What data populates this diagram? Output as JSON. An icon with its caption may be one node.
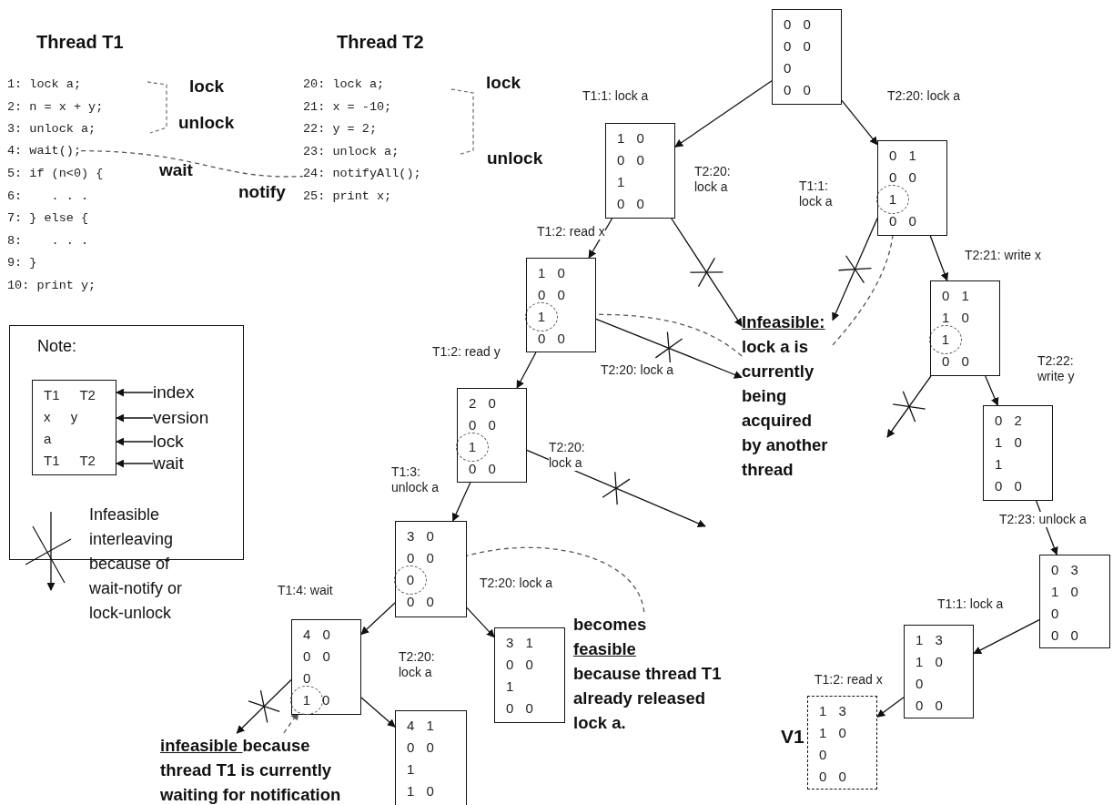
{
  "diagram": {
    "nodes": [
      {
        "text": [
          "4: wait();"
        ]
      },
      {
        "text": [
          "24: notifyAll();"
        ]
      },
      {
        "text": [
          "Note:"
        ]
      },
      {
        "text": [
          "T1 T2",
          "x y",
          "a",
          "T1 T2"
        ],
        "in": 2
      },
      {
        "text": [
          "index"
        ],
        "in": 2
      },
      {
        "text": [
          "version"
        ],
        "in": 2
      },
      {
        "text": [
          "lock"
        ],
        "in": 2
      },
      {
        "text": [
          "wait"
        ],
        "in": 2
      },
      {
        "text": [
          "0 0",
          "0 0",
          "0",
          "0 0"
        ]
      },
      {
        "text": [
          "1 0",
          "0 0",
          "1",
          "0 0"
        ]
      },
      {
        "text": [
          "0 1",
          "0 0",
          "0 0"
        ]
      },
      {
        "text": [
          "1"
        ],
        "in": 10
      },
      {
        "text": [
          "1 0",
          "0 0",
          "0 0"
        ]
      },
      {
        "text": [
          "1"
        ],
        "in": 12
      },
      {
        "text": [
          "2 0",
          "0 0",
          "0 0"
        ]
      },
      {
        "text": [
          "1"
        ],
        "in": 14
      },
      {
        "text": [
          "Infeasible:",
          "lock a is currently being acquired by another thread"
        ]
      },
      {
        "text": [
          "0 1",
          "1 0",
          "0 0"
        ]
      },
      {
        "text": [
          "1"
        ],
        "in": 17
      },
      {
        "text": [
          "3 0",
          "0 0",
          "0 0"
        ]
      },
      {
        "text": [
          "0"
        ],
        "in": 19
      },
      {
        "text": [
          "0 2",
          "1 0",
          "1",
          "0 0"
        ]
      },
      {
        "text": [
          "4 0",
          "0 0",
          "0",
          "0"
        ]
      },
      {
        "text": [
          "1"
        ],
        "in": 22
      },
      {
        "text": [
          "3 1",
          "0 0",
          "1",
          "0 0"
        ]
      },
      {
        "text": [
          "becomes",
          "feasible",
          "because thread T1 already released lock a."
        ]
      },
      {
        "text": [
          "0 3",
          "1 0",
          "0",
          "0 0"
        ]
      },
      {
        "text": [
          "1 3",
          "1 0",
          "0",
          "0 0"
        ]
      },
      {
        "text": [
          "1 3",
          "1 0",
          "0",
          "0 0"
        ],
        "beside": [
          "V1"
        ]
      },
      {
        "text": [
          "4 1",
          "0 0",
          "1",
          "1 0"
        ]
      },
      {
        "text": [
          "infeasible",
          "because thread T1 is currently waiting for notification"
        ]
      }
    ],
    "edges": [
      {
        "from": 0,
        "to": 1,
        "arrow": "none",
        "style": "dashed"
      },
      {
        "from": 4,
        "to": 3,
        "arrow": "to"
      },
      {
        "from": 5,
        "to": 3,
        "arrow": "to"
      },
      {
        "from": 6,
        "to": 3,
        "arrow": "to"
      },
      {
        "from": 7,
        "to": 3,
        "arrow": "to"
      },
      {
        "from": 8,
        "to": 9,
        "arrow": "to",
        "label": "T1:1: lock a"
      },
      {
        "from": 8,
        "to": 10,
        "arrow": "to",
        "label": "T2:20: lock a"
      },
      {
        "from": 9,
        "to": 16,
        "arrow": "to",
        "label": "T2:20: lock a"
      },
      {
        "from": 9,
        "to": 12,
        "arrow": "to",
        "label": "T1:2: read x"
      },
      {
        "from": 10,
        "to": 16,
        "arrow": "to",
        "label": "T1:1: lock a"
      },
      {
        "from": 10,
        "to": 17,
        "arrow": "to",
        "label": "T2:21: write x"
      },
      {
        "from": 12,
        "to": 14,
        "arrow": "to",
        "label": "T1:2: read y"
      },
      {
        "from": 12,
        "to": 16,
        "arrow": "to",
        "label": "T2:20: lock a"
      },
      {
        "from": 14,
        "to": 19,
        "arrow": "to",
        "label": "T1:3: unlock a"
      },
      {
        "from": 14,
        "to": null,
        "arrow": "to",
        "label": "T2:20: lock a"
      },
      {
        "from": 17,
        "to": null,
        "arrow": "to"
      },
      {
        "from": 17,
        "to": 21,
        "arrow": "to",
        "label": "T2:22: write y"
      },
      {
        "from": 19,
        "to": 22,
        "arrow": "to",
        "label": "T1:4: wait"
      },
      {
        "from": 19,
        "to": 24,
        "arrow": "to",
        "label": "T2:20: lock a"
      },
      {
        "from": 22,
        "to": 30,
        "arrow": "to"
      },
      {
        "from": 22,
        "to": 29,
        "arrow": "to",
        "label": "T2:20: lock a"
      },
      {
        "from": 21,
        "to": 26,
        "arrow": "to",
        "label": "T2:23: unlock a"
      },
      {
        "from": 26,
        "to": 27,
        "arrow": "to",
        "label": "T1:1: lock a"
      },
      {
        "from": 27,
        "to": 28,
        "arrow": "to",
        "label": "T1:2: read x"
      },
      {
        "from": 16,
        "to": 11,
        "arrow": "to",
        "style": "dashed"
      },
      {
        "from": 16,
        "to": 13,
        "arrow": "to",
        "style": "dashed"
      },
      {
        "from": 25,
        "to": 20,
        "arrow": "to",
        "style": "dashed"
      },
      {
        "from": 30,
        "to": 23,
        "arrow": "to",
        "style": "dashed"
      }
    ],
    "labels": [
      "Thread T1",
      "Thread T2",
      "1: lock a;",
      "2: n = x + y;",
      "3: unlock a;",
      "5: if (n<0) {",
      "6:    . . .",
      "7: } else {",
      "8:    . . .",
      "9: }",
      "10: print y;",
      "lock",
      "unlock",
      "wait",
      "notify",
      "20: lock a;",
      "21: x = -10;",
      "22: y = 2;",
      "23: unlock a;",
      "25: print x;",
      "lock",
      "unlock"
    ],
    "legend": [
      {
        "text": "Infeasible interleaving because of wait-notify or lock-unlock"
      }
    ]
  }
}
